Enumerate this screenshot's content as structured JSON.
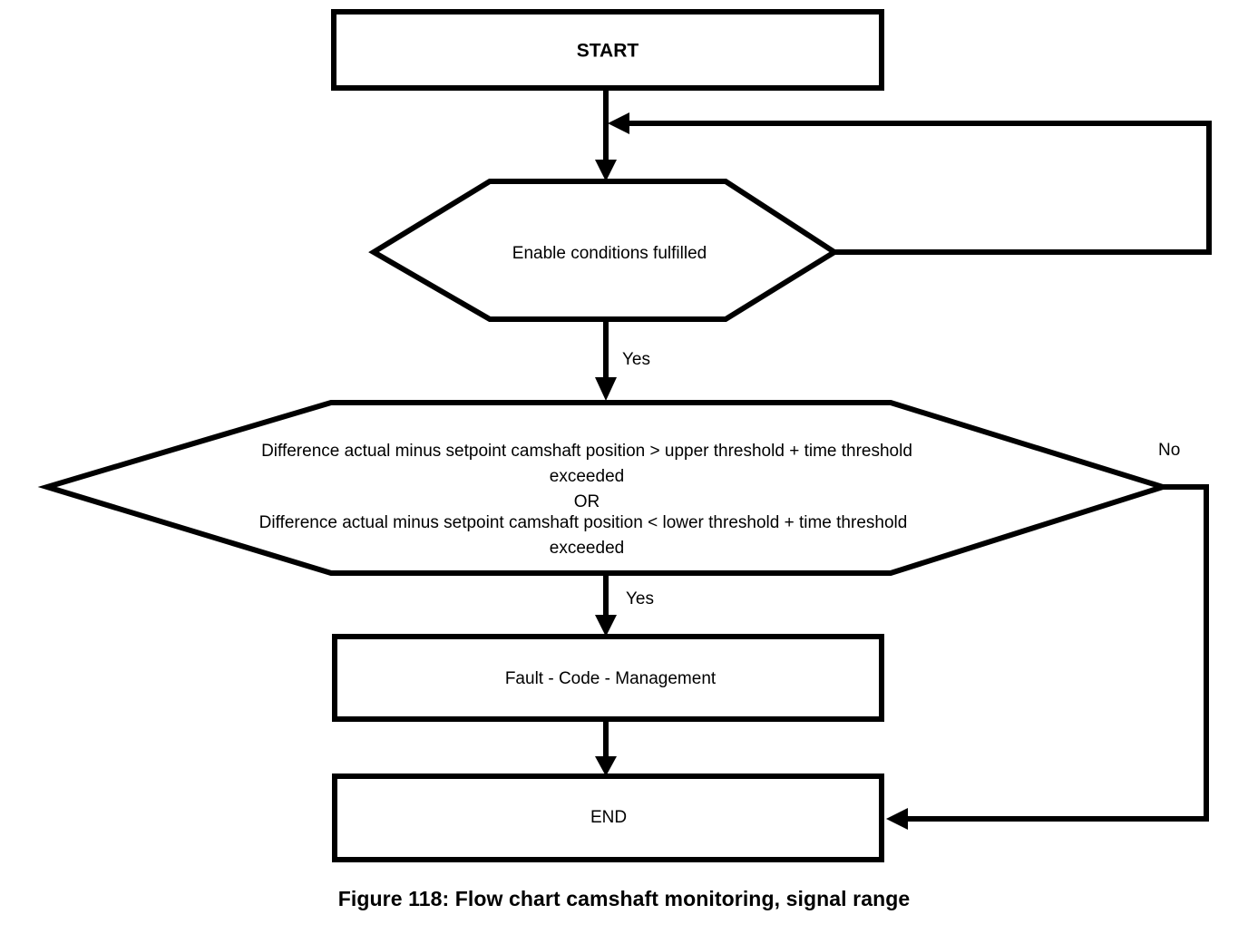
{
  "figure": {
    "caption": "Figure 118: Flow chart camshaft monitoring, signal range",
    "background_color": "#ffffff",
    "line_color": "#000000",
    "text_color": "#000000"
  },
  "chart_data": {
    "type": "diagram",
    "title": "Figure 118: Flow chart camshaft monitoring, signal range",
    "diagram_kind": "flowchart",
    "nodes": [
      {
        "id": "start",
        "shape": "rectangle",
        "label": "START"
      },
      {
        "id": "enable",
        "shape": "hexagon",
        "label": "Enable conditions fulfilled"
      },
      {
        "id": "threshold",
        "shape": "hexagon",
        "label_lines": [
          "Difference actual minus setpoint camshaft position > upper threshold + time threshold",
          "exceeded",
          "OR",
          "Difference actual minus setpoint camshaft position < lower threshold + time threshold",
          "exceeded"
        ]
      },
      {
        "id": "fault",
        "shape": "rectangle",
        "label": "Fault - Code - Management"
      },
      {
        "id": "end",
        "shape": "rectangle",
        "label": "END"
      }
    ],
    "edges": [
      {
        "from": "start",
        "to": "enable",
        "label": ""
      },
      {
        "from": "enable",
        "to": "threshold",
        "label": "Yes"
      },
      {
        "from": "enable",
        "to": "enable",
        "label": "",
        "note": "loop back to input of enable conditions"
      },
      {
        "from": "threshold",
        "to": "fault",
        "label": "Yes"
      },
      {
        "from": "threshold",
        "to": "end",
        "label": "No"
      },
      {
        "from": "fault",
        "to": "end",
        "label": ""
      }
    ]
  },
  "nodes": {
    "start": {
      "label": "START"
    },
    "enable": {
      "label": "Enable conditions fulfilled"
    },
    "threshold": {
      "line1": "Difference actual minus setpoint camshaft position > upper threshold + time threshold",
      "line2": "exceeded",
      "line3": "OR",
      "line4": "Difference actual minus setpoint camshaft position < lower threshold + time threshold",
      "line5": "exceeded"
    },
    "fault": {
      "label": "Fault - Code - Management"
    },
    "end": {
      "label": "END"
    }
  },
  "edge_labels": {
    "enable_yes": "Yes",
    "threshold_yes": "Yes",
    "threshold_no": "No"
  }
}
